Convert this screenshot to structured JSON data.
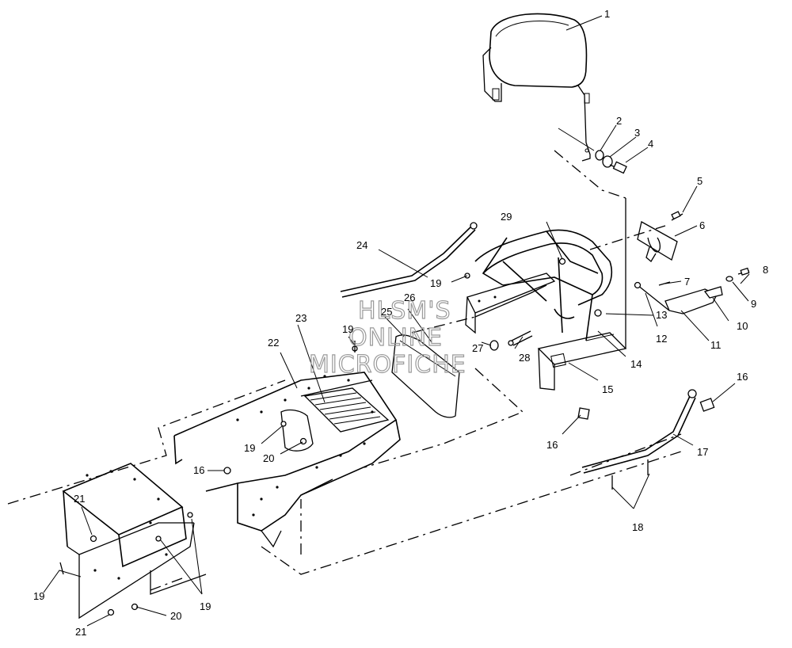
{
  "watermark": {
    "line1": "HLSM'S",
    "line2": "ONLINE",
    "line3": "MICROFICHE"
  },
  "callouts": {
    "c1": "1",
    "c2": "2",
    "c3": "3",
    "c4": "4",
    "c5": "5",
    "c6": "6",
    "c7": "7",
    "c8": "8",
    "c9": "9",
    "c10": "10",
    "c11": "11",
    "c12": "12",
    "c13": "13",
    "c14": "14",
    "c15": "15",
    "c16a": "16",
    "c16b": "16",
    "c16c": "16",
    "c17": "17",
    "c18": "18",
    "c19a": "19",
    "c19b": "19",
    "c19c": "19",
    "c19d": "19",
    "c19e": "19",
    "c20a": "20",
    "c20b": "20",
    "c21a": "21",
    "c21b": "21",
    "c22": "22",
    "c23": "23",
    "c24": "24",
    "c25": "25",
    "c26": "26",
    "c27": "27",
    "c28": "28",
    "c29": "29"
  },
  "colors": {
    "line": "#000000",
    "background": "#ffffff",
    "watermark": "#9a9a9a"
  }
}
